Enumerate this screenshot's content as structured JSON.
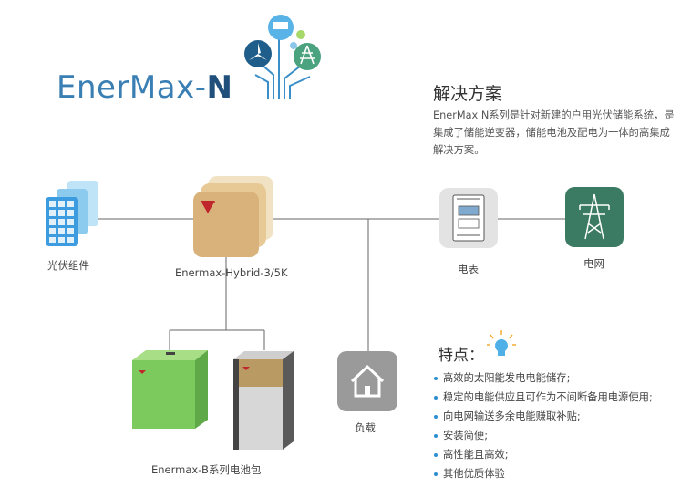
{
  "brand": {
    "name": "EnerMax-",
    "suffix": "N"
  },
  "solution": {
    "title": "解决方案",
    "description": "EnerMax N系列是针对新建的户用光伏储能系统，是集成了储能逆变器，储能电池及配电为一体的高集成解决方案。"
  },
  "components": {
    "pv": "光伏组件",
    "inverter": "Enermax-Hybrid-3/5K",
    "meter": "电表",
    "grid": "电网",
    "battery": "Enermax-B系列电池包",
    "load": "负载"
  },
  "features": {
    "title": "特点：",
    "items": [
      "高效的太阳能发电电能储存;",
      "稳定的电能供应且可作为不间断备用电源使用;",
      "向电网输送多余电能赚取补贴;",
      "安装简便;",
      "高性能且高效;",
      "其他优质体验"
    ]
  },
  "colors": {
    "accent_blue": "#3a7fb4",
    "grid_green": "#3b7a63",
    "battery_green": "#7cc95e",
    "inverter_tan": "#d9b67e",
    "load_gray": "#9a9a9a"
  },
  "icons": [
    "tree-logo-icon",
    "solar-panel-icon",
    "inverter-icon",
    "meter-icon",
    "pylon-icon",
    "battery-icon",
    "house-icon",
    "lightbulb-icon"
  ]
}
